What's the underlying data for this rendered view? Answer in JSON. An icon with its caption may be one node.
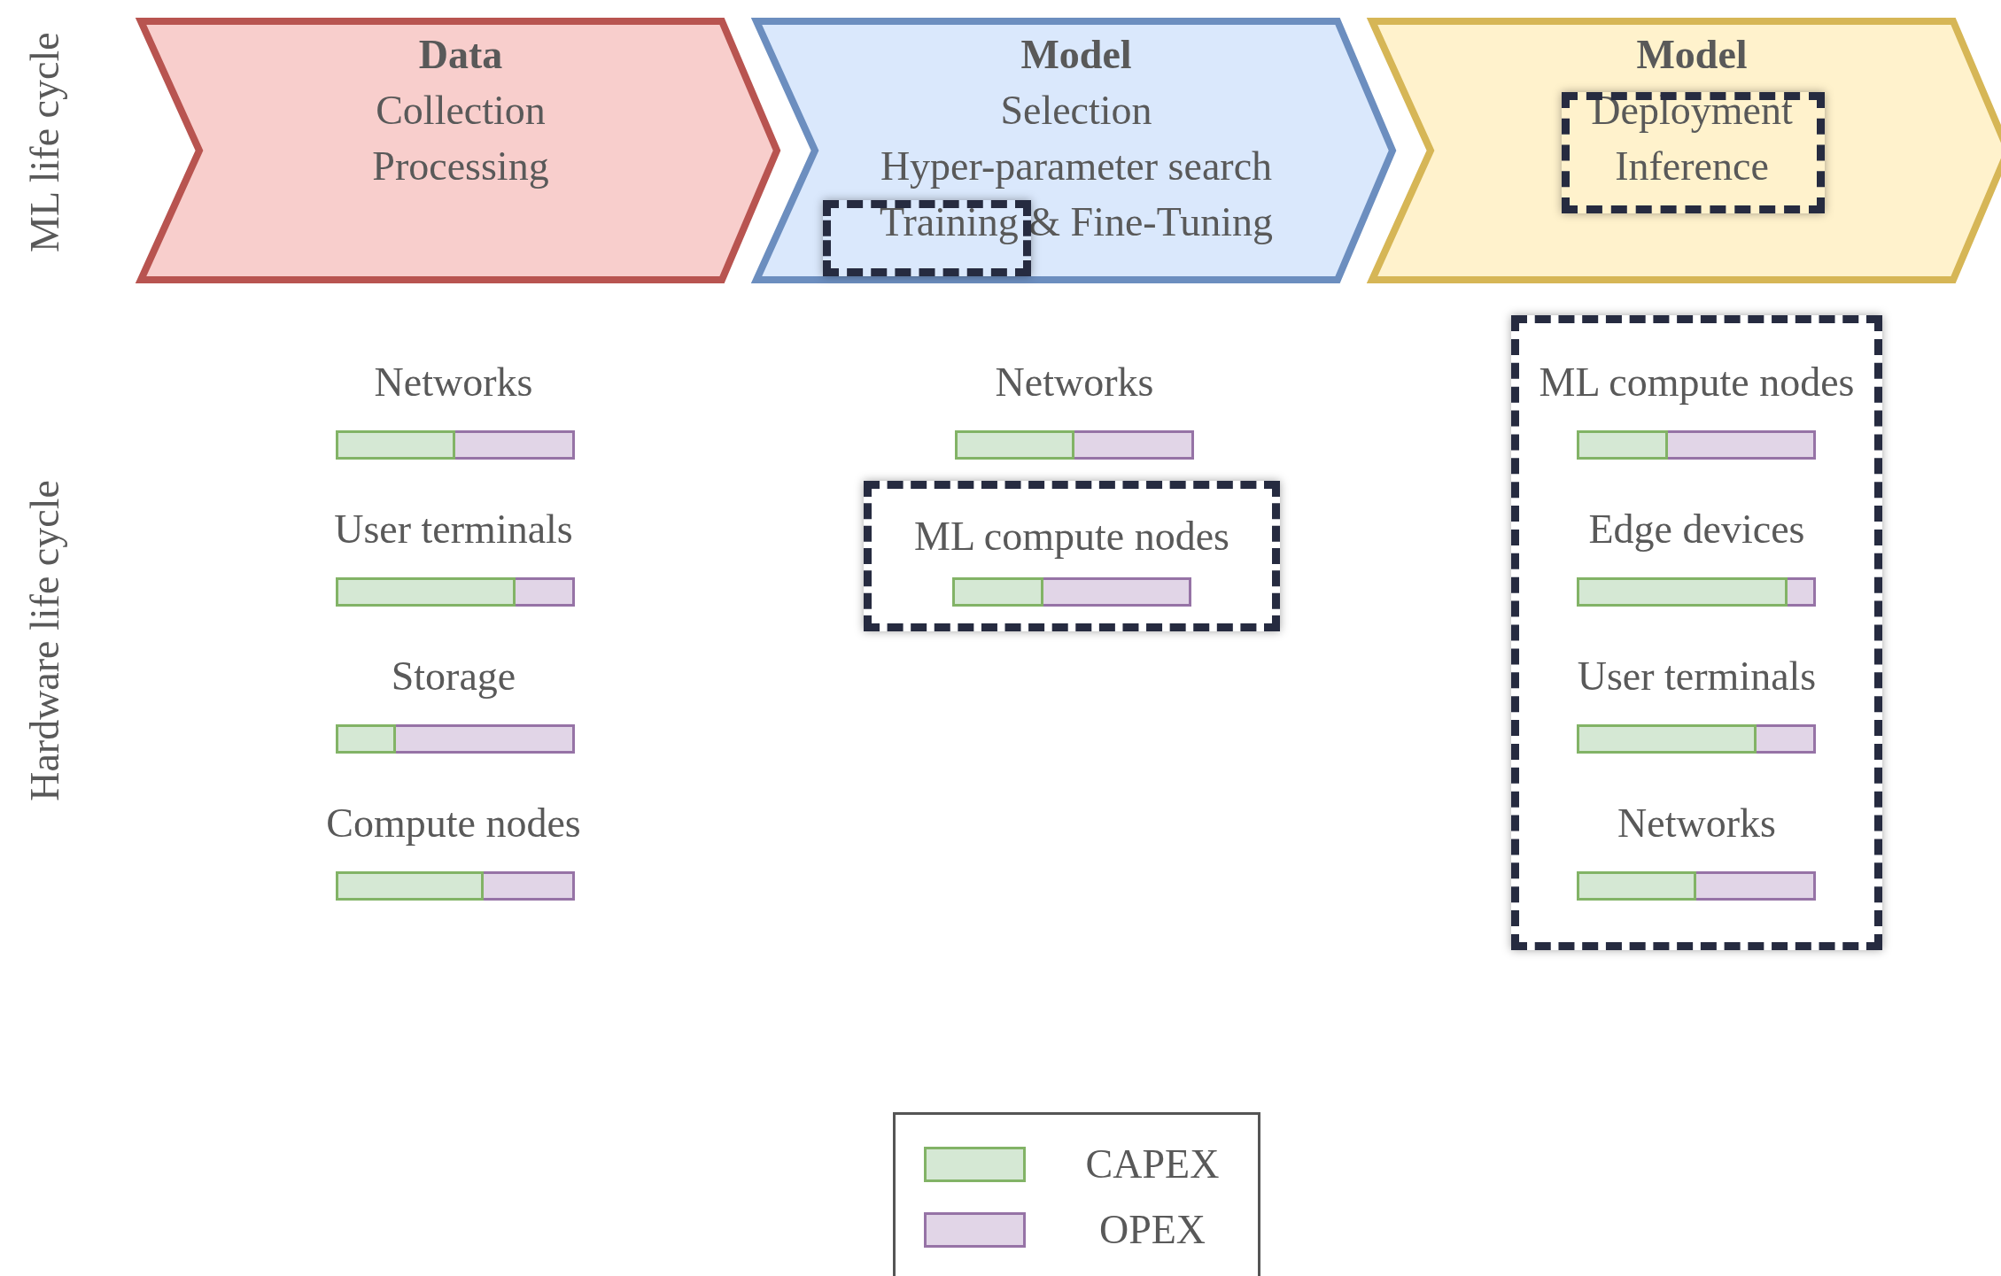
{
  "diagram": {
    "nodes": [
      {
        "text": [
          "Data",
          "Collection",
          "Processing"
        ]
      },
      {
        "text": [
          "Model",
          "Selection",
          "Hyper-parameter search",
          "Training & Fine-Tuning"
        ]
      },
      {
        "text": [
          "Model",
          "Deployment",
          "Inference"
        ]
      },
      {
        "text": [
          "ML compute nodes"
        ]
      },
      {
        "text": [
          "ML compute nodes",
          "Edge devices",
          "User terminals",
          "Networks"
        ]
      }
    ],
    "edges": [],
    "labels": [
      "ML life cycle",
      "Hardware life cycle",
      "Networks",
      "User terminals",
      "Storage",
      "Compute nodes",
      "Networks"
    ],
    "legend": [
      {
        "text": "CAPEX",
        "color": "#d5e8d4"
      },
      {
        "text": "OPEX",
        "color": "#e1d5e7"
      }
    ]
  }
}
